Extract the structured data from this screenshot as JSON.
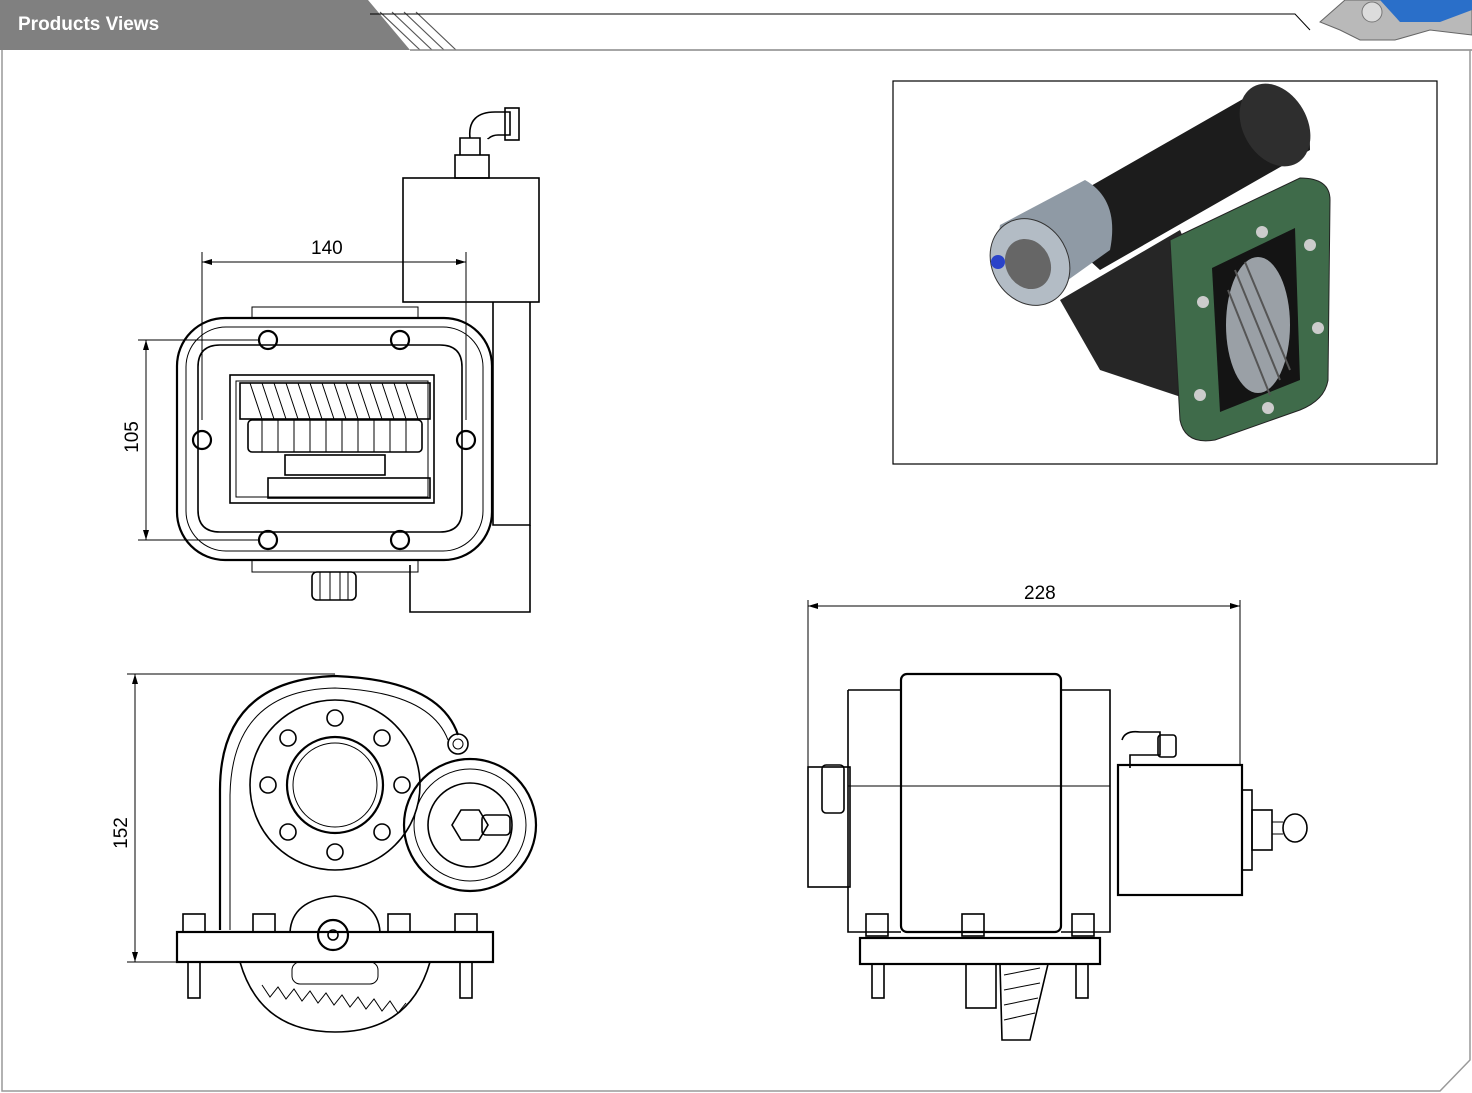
{
  "header": {
    "title": "Products Views"
  },
  "views": {
    "front": {
      "dim_width": "140",
      "dim_height": "105"
    },
    "side": {
      "dim_height": "152"
    },
    "top": {
      "dim_width": "228"
    }
  },
  "colors": {
    "header_bg": "#808080",
    "frame": "#000000",
    "render_plate": "#3f6b4a",
    "render_body": "#1c1c1c",
    "logo_blue": "#2a6fc9"
  }
}
